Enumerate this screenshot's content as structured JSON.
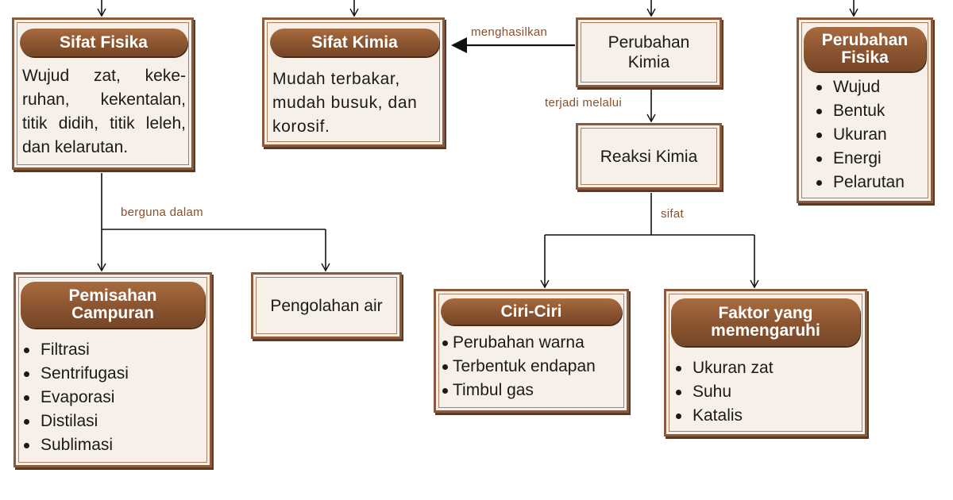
{
  "sifat_fisika": {
    "title": "Sifat Fisika",
    "text": "Wujud zat, keke-ruhan, kekentalan, titik didih, titik leleh, dan kelarutan."
  },
  "sifat_kimia": {
    "title": "Sifat Kimia",
    "text": "Mudah terbakar, mudah busuk, dan korosif."
  },
  "perubahan_kimia": {
    "label_line1": "Perubahan",
    "label_line2": "Kimia"
  },
  "reaksi_kimia": {
    "label": "Reaksi Kimia"
  },
  "perubahan_fisika": {
    "title_line1": "Perubahan",
    "title_line2": "Fisika",
    "items": [
      "Wujud",
      "Bentuk",
      "Ukuran",
      "Energi",
      "Pelarutan"
    ]
  },
  "pemisahan_campuran": {
    "title_line1": "Pemisahan",
    "title_line2": "Campuran",
    "items": [
      "Filtrasi",
      "Sentrifugasi",
      "Evaporasi",
      "Distilasi",
      "Sublimasi"
    ]
  },
  "pengolahan_air": {
    "label": "Pengolahan air"
  },
  "ciri_ciri": {
    "title": "Ciri-Ciri",
    "items": [
      "Perubahan warna",
      "Terbentuk endapan",
      "Timbul gas"
    ]
  },
  "faktor": {
    "title_line1": "Faktor yang",
    "title_line2": "memengaruhi",
    "items": [
      "Ukuran zat",
      "Suhu",
      "Katalis"
    ]
  },
  "connectors": {
    "menghasilkan": "menghasilkan",
    "terjadi_melalui": "terjadi melalui",
    "berguna_dalam": "berguna dalam",
    "sifat": "sifat"
  },
  "colors": {
    "accent_brown": "#8b5630",
    "box_fill": "#f6f0e8",
    "connector_text": "#8b4f2a"
  }
}
